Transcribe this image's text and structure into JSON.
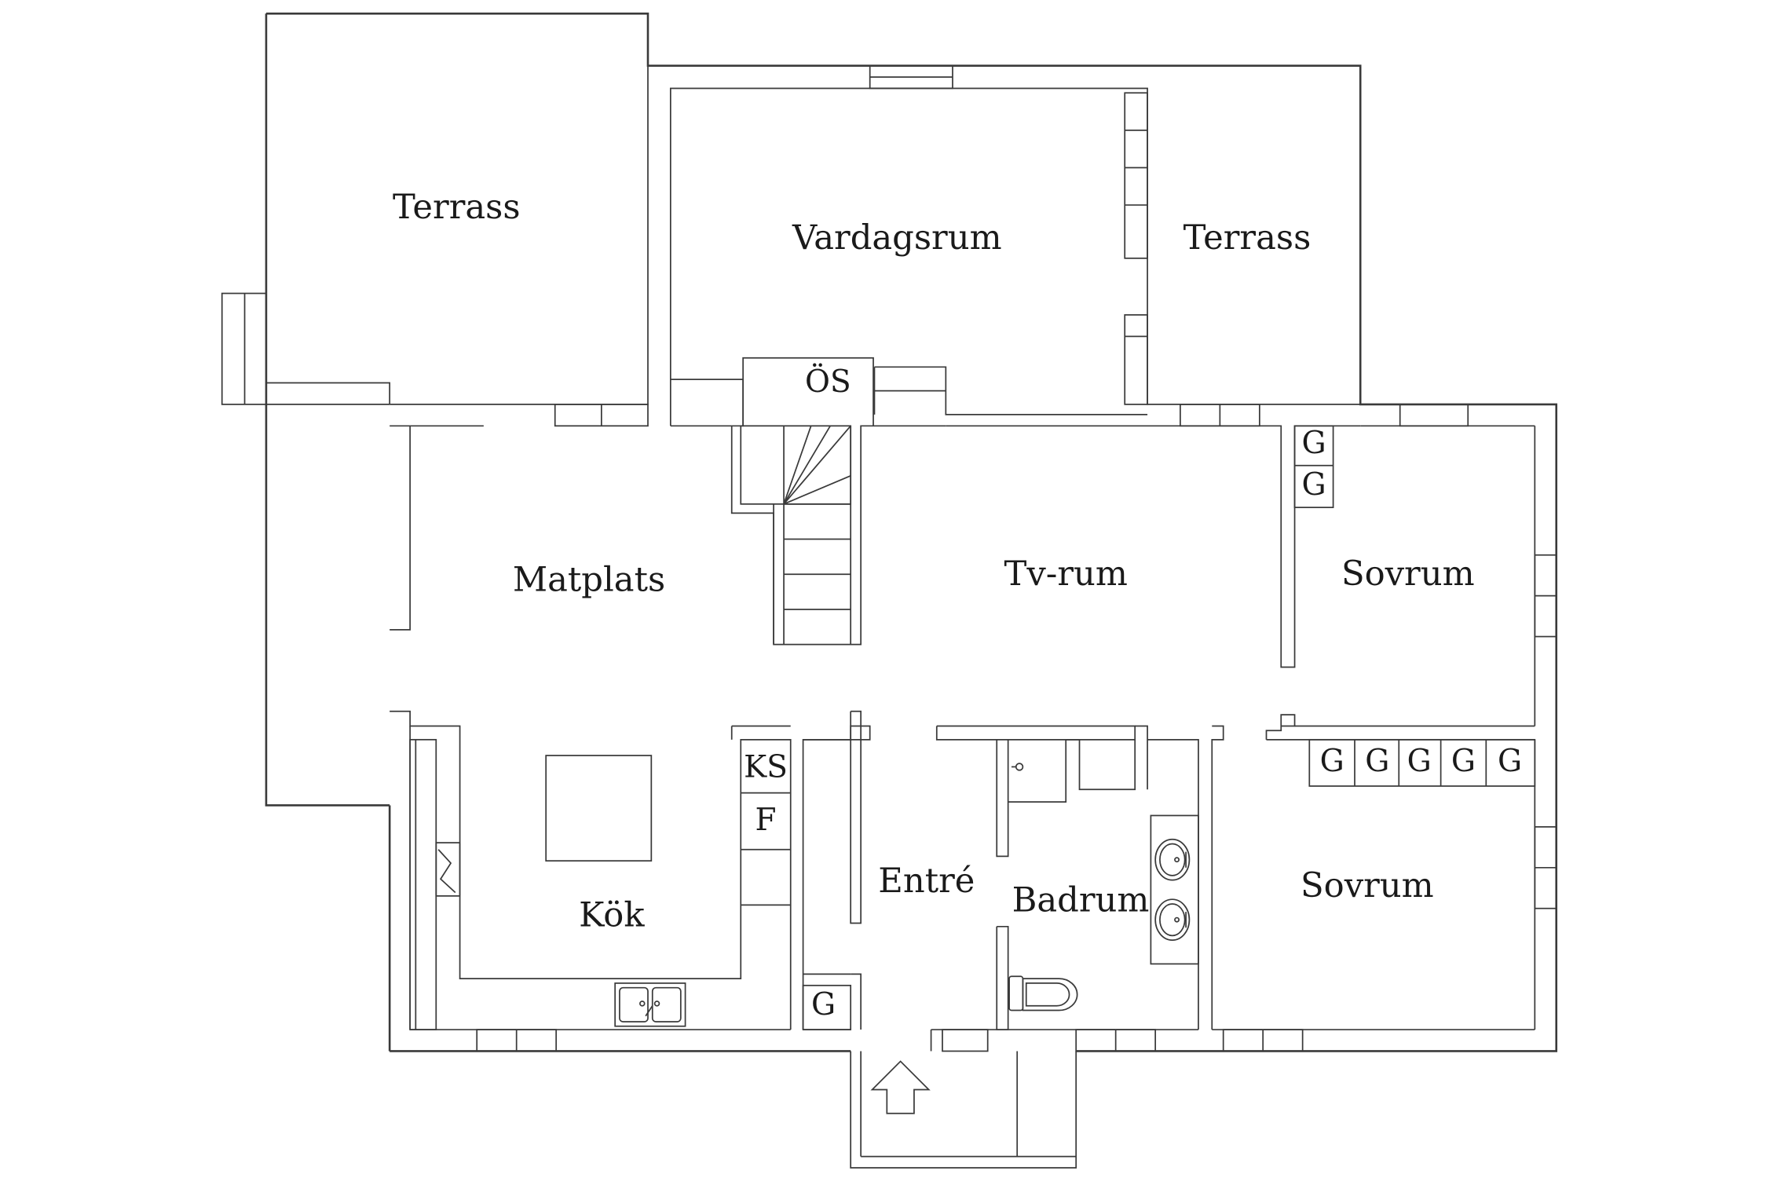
{
  "rooms": {
    "terrass_left": "Terrass",
    "vardagsrum": "Vardagsrum",
    "terrass_right": "Terrass",
    "os": "ÖS",
    "matplats": "Matplats",
    "tv_rum": "Tv-rum",
    "sovrum_upper": "Sovrum",
    "kok": "Kök",
    "entre": "Entré",
    "badrum": "Badrum",
    "sovrum_lower": "Sovrum"
  },
  "fixtures": {
    "ks": "KS",
    "f": "F",
    "g": "G"
  },
  "icons": {
    "entrance_arrow": "arrow-up-icon",
    "sink": "sink-icon",
    "washbasin": "washbasin-icon",
    "toilet": "toilet-icon",
    "stairs": "stairs-icon"
  },
  "colors": {
    "line": "#3a3a3a",
    "background": "#ffffff"
  }
}
